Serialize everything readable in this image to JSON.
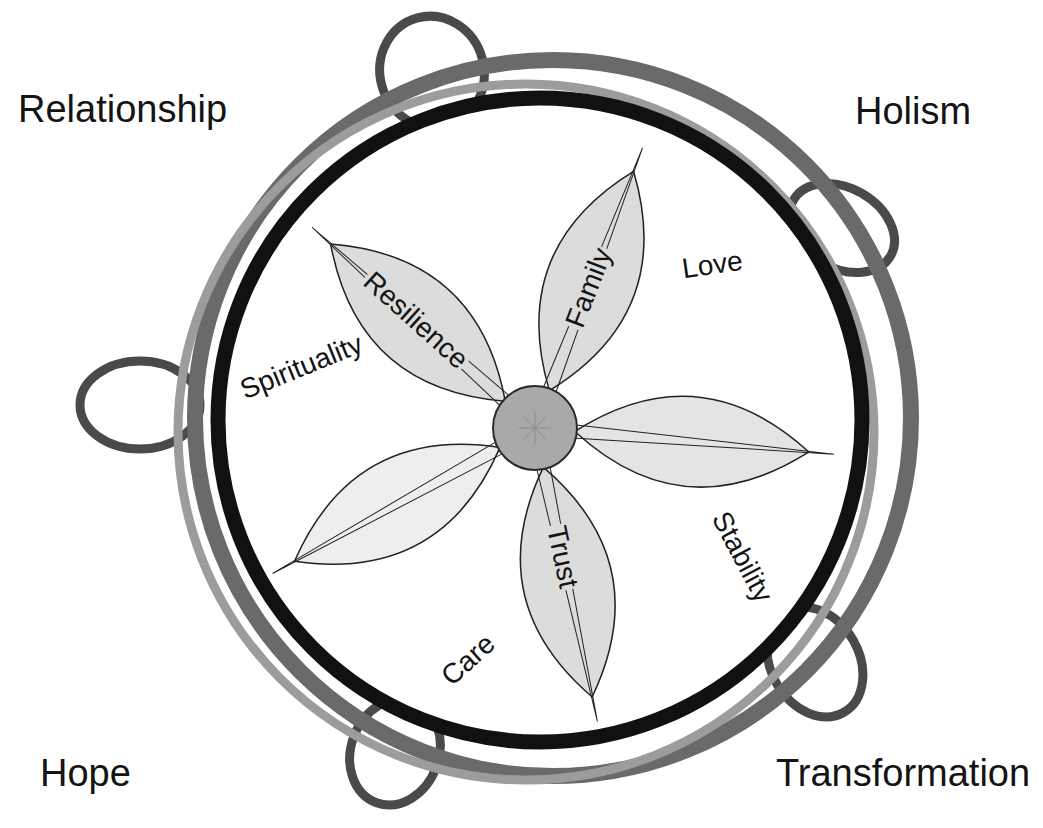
{
  "diagram": {
    "nodes": [
      {
        "text": [
          "Spirituality",
          "Love",
          "Stability",
          "Care"
        ]
      },
      {
        "text": [
          "Resilience"
        ],
        "in": 0
      },
      {
        "text": [
          "Family"
        ],
        "in": 0
      },
      {
        "text": [
          "Trust"
        ],
        "in": 0
      }
    ],
    "labels": [
      "Relationship",
      "Holism",
      "Hope",
      "Transformation"
    ]
  }
}
